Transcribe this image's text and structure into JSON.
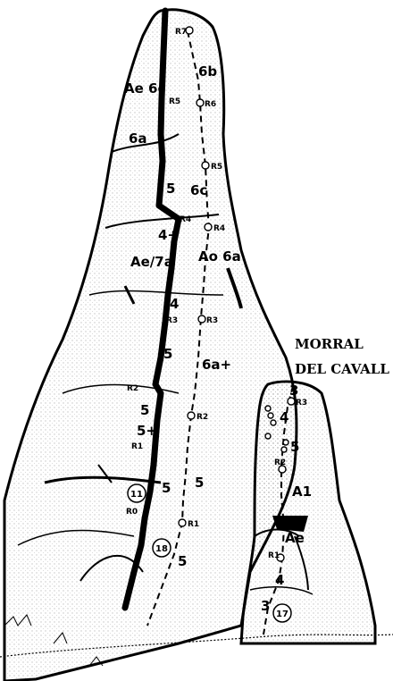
{
  "title_line1": "MORRAL",
  "title_line2": "DEL CAVALL",
  "route_numbers": [
    "11",
    "18",
    "17"
  ],
  "grades": {
    "left": [
      "Ae 6c",
      "6a",
      "5",
      "4+",
      "Ae/7a",
      "4",
      "5",
      "5",
      "5+",
      "5"
    ],
    "middle": [
      "6b",
      "6c",
      "Ao 6a",
      "6a+",
      "5",
      "5"
    ],
    "right": [
      "3",
      "4",
      "5",
      "A1",
      "Ae",
      "4",
      "3"
    ]
  },
  "relays": {
    "left": [
      "R5",
      "R4",
      "R3",
      "R2",
      "R1",
      "R0"
    ],
    "middle": [
      "R7",
      "R6",
      "R5",
      "R4",
      "R3",
      "R2",
      "R1"
    ],
    "right": [
      "R3",
      "R2",
      "R1"
    ]
  },
  "colors": {
    "ink": "#000000",
    "paper": "#ffffff",
    "shade": "#d8d8d8"
  }
}
